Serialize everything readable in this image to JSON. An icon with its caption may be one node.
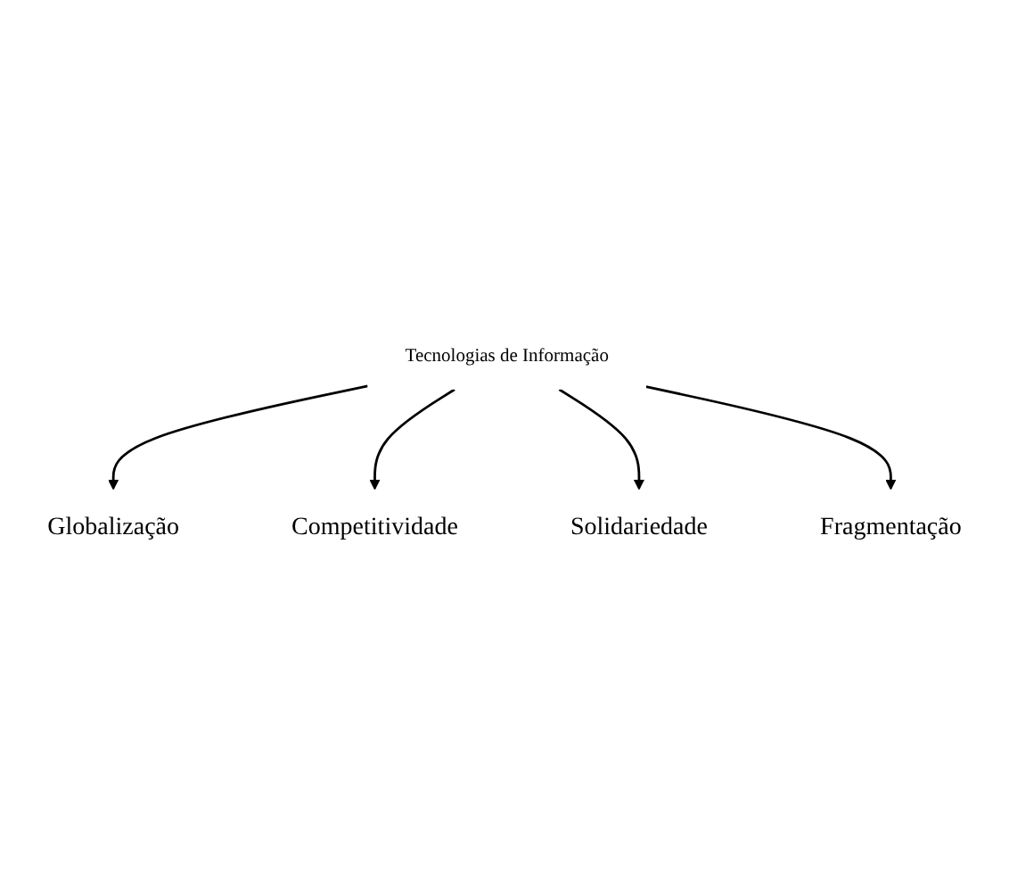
{
  "diagram": {
    "nodes": [
      {
        "text": [
          "Globalização"
        ]
      },
      {
        "text": [
          "Competitividade"
        ]
      },
      {
        "text": [
          "Tecnologias de Informação"
        ]
      },
      {
        "text": [
          "Solidariedade"
        ]
      },
      {
        "text": [
          "Fragmentação"
        ]
      }
    ],
    "edges": [
      {
        "from": 2,
        "to": 0,
        "arrow": "to"
      },
      {
        "from": 2,
        "to": 1,
        "arrow": "to"
      },
      {
        "from": 2,
        "to": 3,
        "arrow": "to"
      },
      {
        "from": 2,
        "to": 4,
        "arrow": "to"
      }
    ]
  }
}
